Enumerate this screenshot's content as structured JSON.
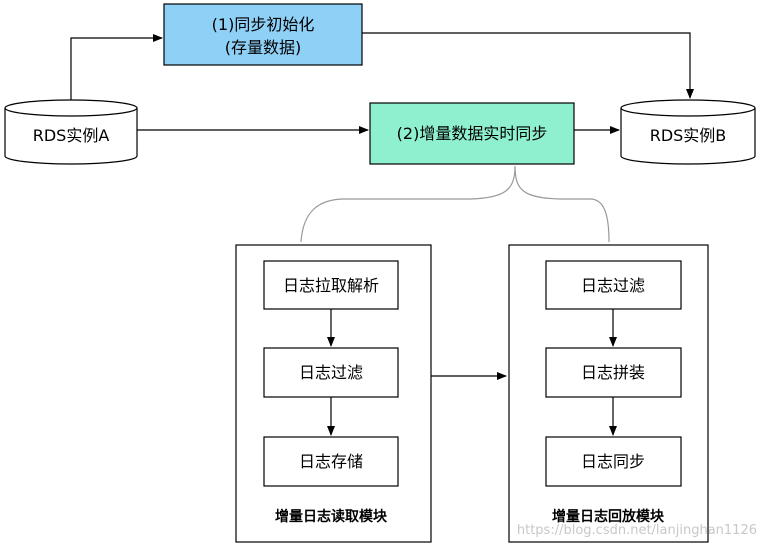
{
  "source_db": {
    "label": "RDS实例A"
  },
  "target_db": {
    "label": "RDS实例B"
  },
  "init_sync": {
    "line1": "(1)同步初始化",
    "line2": "(存量数据)",
    "color": "#8fd0f7"
  },
  "incremental_sync": {
    "label": "(2)增量数据实时同步",
    "color": "#8ff0cf"
  },
  "reader_module": {
    "title": "增量日志读取模块",
    "steps": [
      "日志拉取解析",
      "日志过滤",
      "日志存储"
    ]
  },
  "replay_module": {
    "title": "增量日志回放模块",
    "steps": [
      "日志过滤",
      "日志拼装",
      "日志同步"
    ]
  },
  "watermark": "https://blog.csdn.net/lanjinghan1126"
}
